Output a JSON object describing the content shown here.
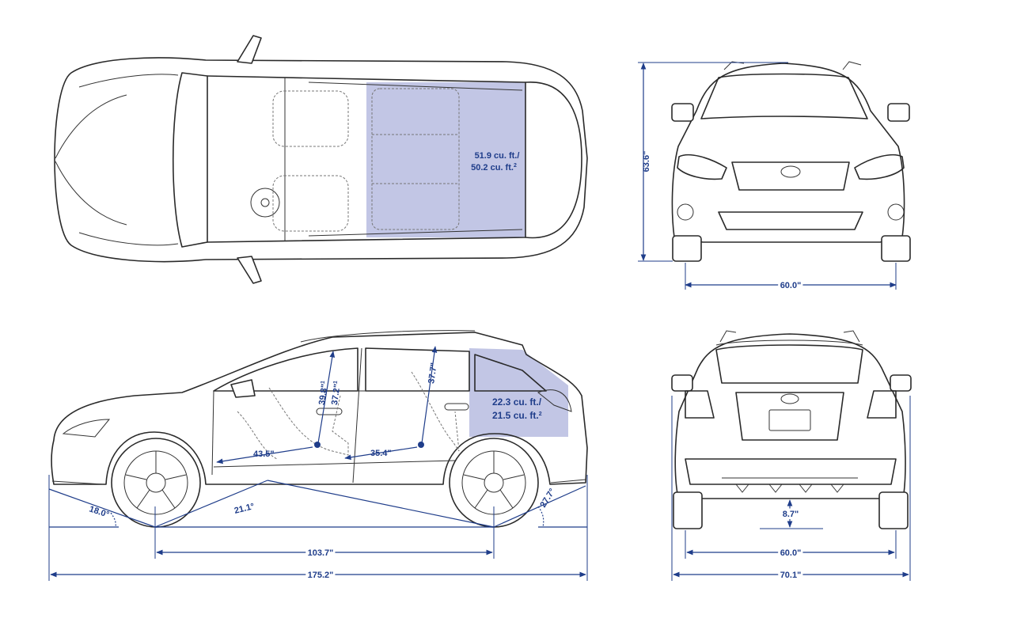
{
  "views": {
    "top": {
      "cargo_primary": "51.9 cu. ft./",
      "cargo_secondary": "50.2 cu. ft.",
      "cargo_mark": "2"
    },
    "front": {
      "height": "63.6\"",
      "track": "60.0\""
    },
    "side": {
      "headroom_front_a": "39.8\"",
      "headroom_front_a_mark": "1",
      "headroom_front_b": "37.2\"",
      "headroom_front_b_mark": "1",
      "headroom_rear": "37.7\"",
      "cargo_primary": "22.3 cu. ft./",
      "cargo_secondary": "21.5 cu. ft.",
      "cargo_mark": "2",
      "legroom_front": "43.5\"",
      "legroom_rear": "35.4\"",
      "approach_angle": "18.0°",
      "breakover_angle": "21.1°",
      "departure_angle": "27.7°",
      "wheelbase": "103.7\"",
      "length": "175.2\""
    },
    "rear": {
      "ground_clearance": "8.7\"",
      "track": "60.0\"",
      "width": "70.1\""
    }
  },
  "colors": {
    "dimension": "#1f3d8a",
    "cargo_highlight": "#aeb3dc",
    "line_art": "#2a2a2a"
  }
}
